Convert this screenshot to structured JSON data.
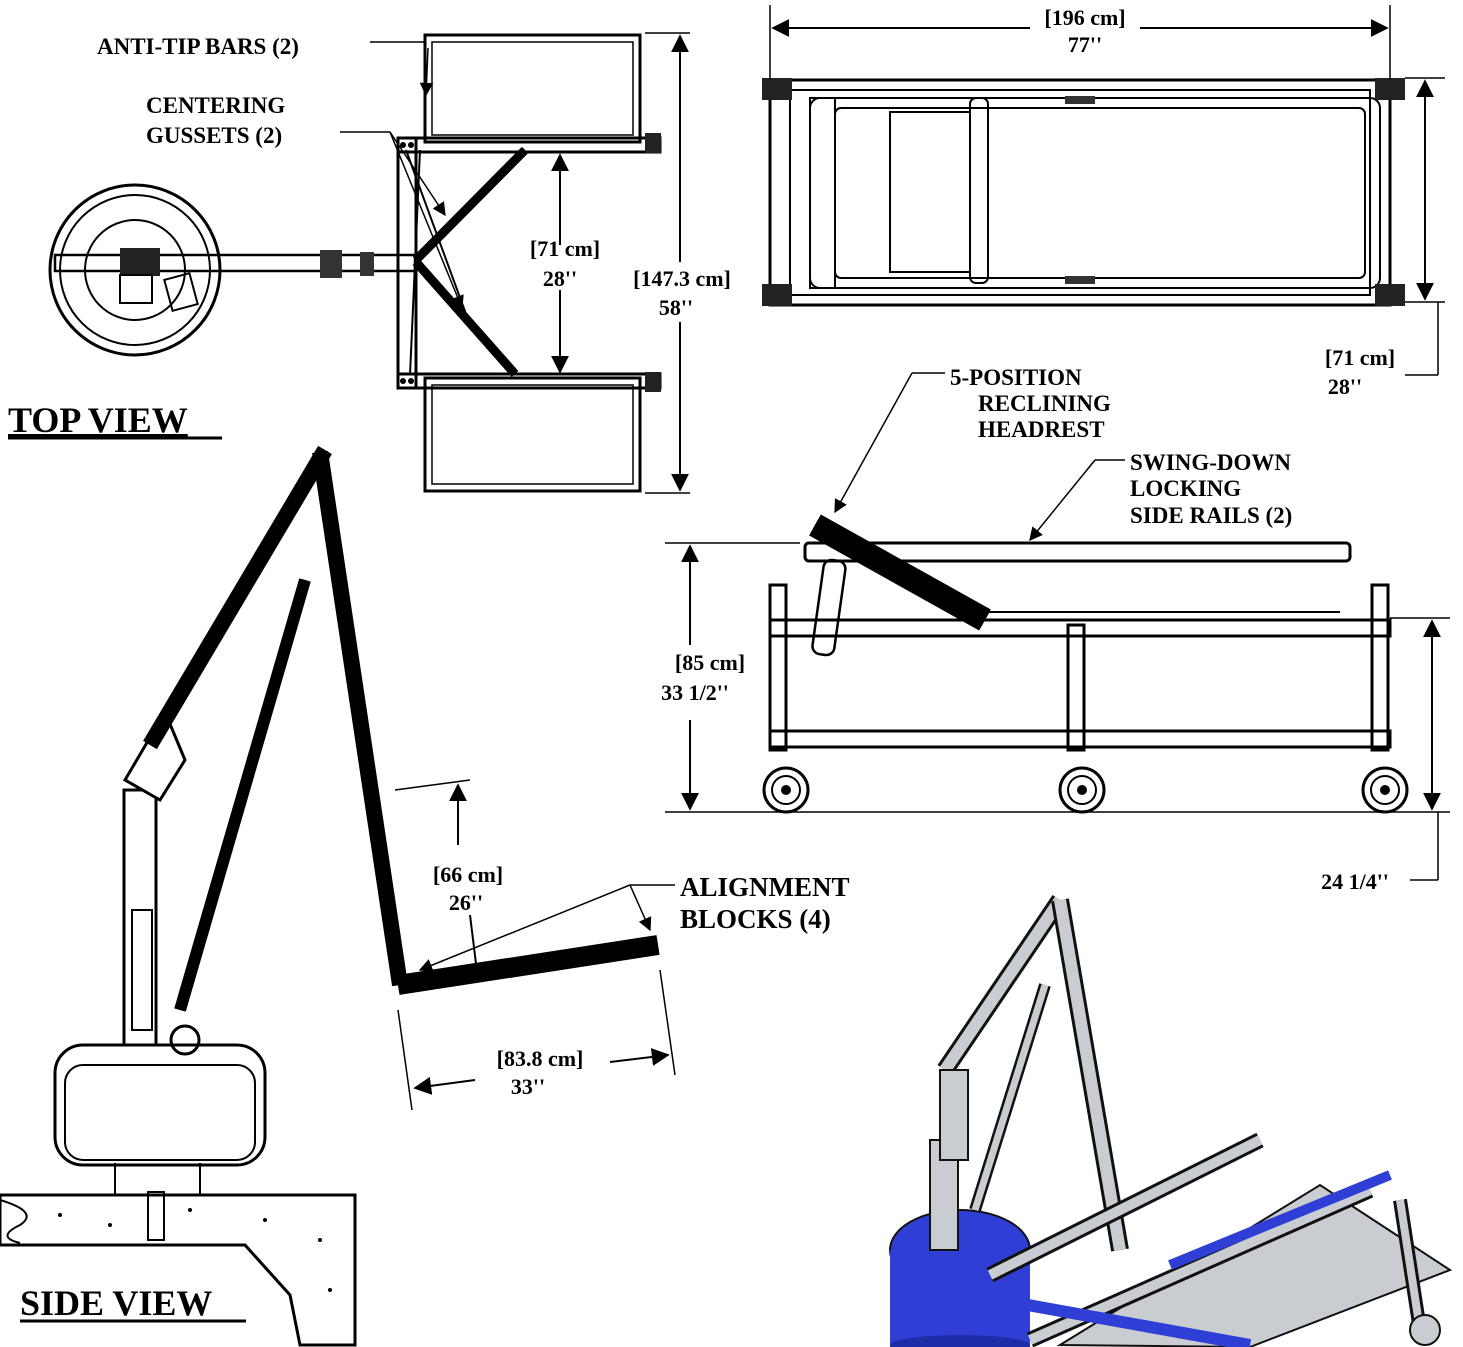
{
  "labels": {
    "anti_tip_bars": "ANTI-TIP BARS (2)",
    "centering_gussets_1": "CENTERING",
    "centering_gussets_2": "GUSSETS (2)",
    "headrest_1": "5-POSITION",
    "headrest_2": "RECLINING",
    "headrest_3": "HEADREST",
    "side_rails_1": "SWING-DOWN",
    "side_rails_2": "LOCKING",
    "side_rails_3": "SIDE RAILS (2)",
    "alignment_1": "ALIGNMENT",
    "alignment_2": "BLOCKS (4)"
  },
  "views": {
    "top": "TOP VIEW",
    "side": "SIDE VIEW"
  },
  "dimensions": {
    "length_metric": "[196 cm]",
    "length_imperial": "77''",
    "width_top_metric": "[71 cm]",
    "width_top_imperial": "28''",
    "inner_width_metric": "[71 cm]",
    "inner_width_imperial": "28''",
    "overall_width_metric": "[147.3 cm]",
    "overall_width_imperial": "58''",
    "height_metric": "[85 cm]",
    "height_imperial": "33 1/2''",
    "seat_height_imperial": "24 1/4''",
    "reach_metric": "[66 cm]",
    "reach_imperial": "26''",
    "seat_length_metric": "[83.8 cm]",
    "seat_length_imperial": "33''"
  },
  "colors": {
    "line": "#000000",
    "accent_blue": "#2f3fd6",
    "frame_gray": "#c9ccd1"
  }
}
